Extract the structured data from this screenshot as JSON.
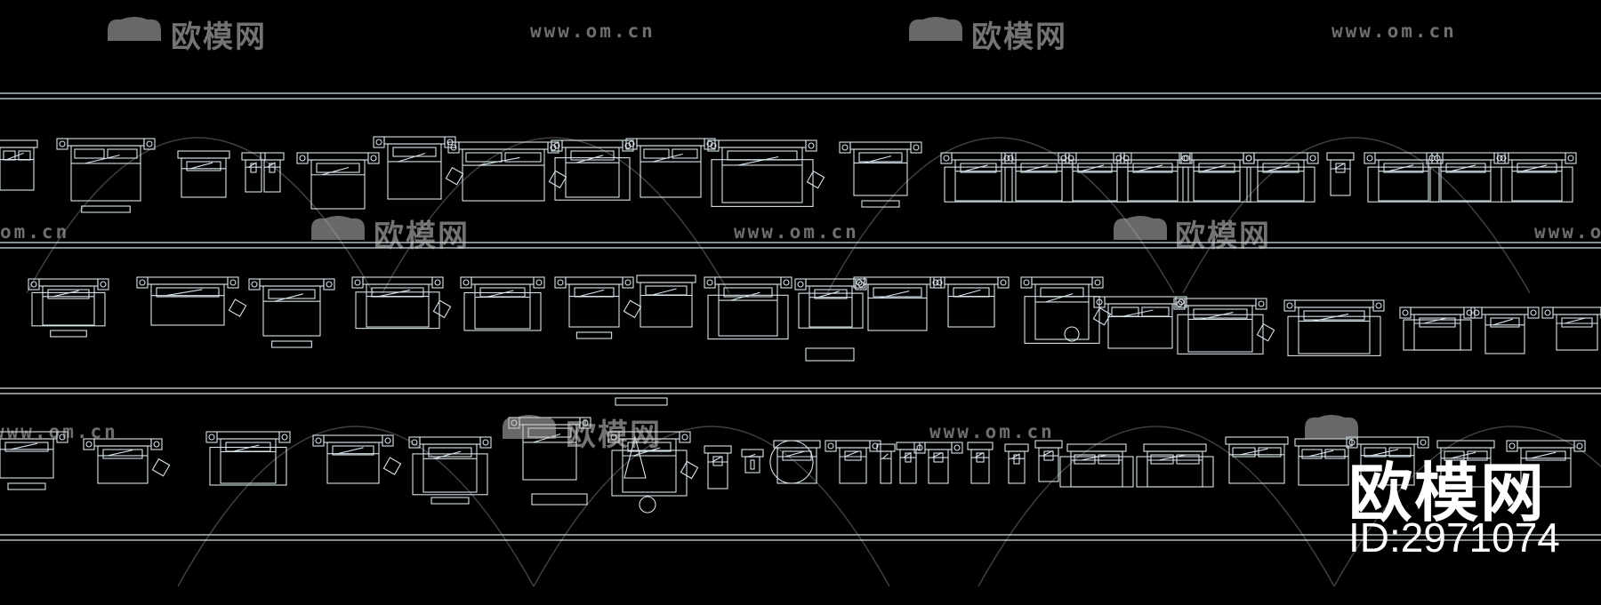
{
  "watermark": {
    "brand": "欧模网",
    "url": "www.om.cn",
    "url_partial": "om.cn",
    "icon": "sofa-icon"
  },
  "badge": {
    "brand": "欧模网",
    "id_text": "ID:2971074"
  },
  "colors": {
    "background": "#000000",
    "line": "#d8e4ea",
    "watermark": "#bdbdbd",
    "badge_text": "#ffffff"
  },
  "drawing": {
    "rows": 3,
    "symbol_type": "bed-plan-block"
  }
}
